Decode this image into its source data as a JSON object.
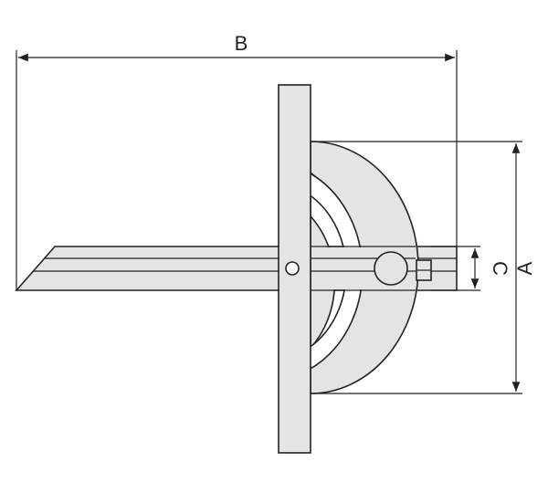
{
  "labels": {
    "a": "A",
    "b": "B",
    "c": "C"
  },
  "colors": {
    "outline": "#222222",
    "metal": "#e4e4e4",
    "background": "#ffffff"
  }
}
